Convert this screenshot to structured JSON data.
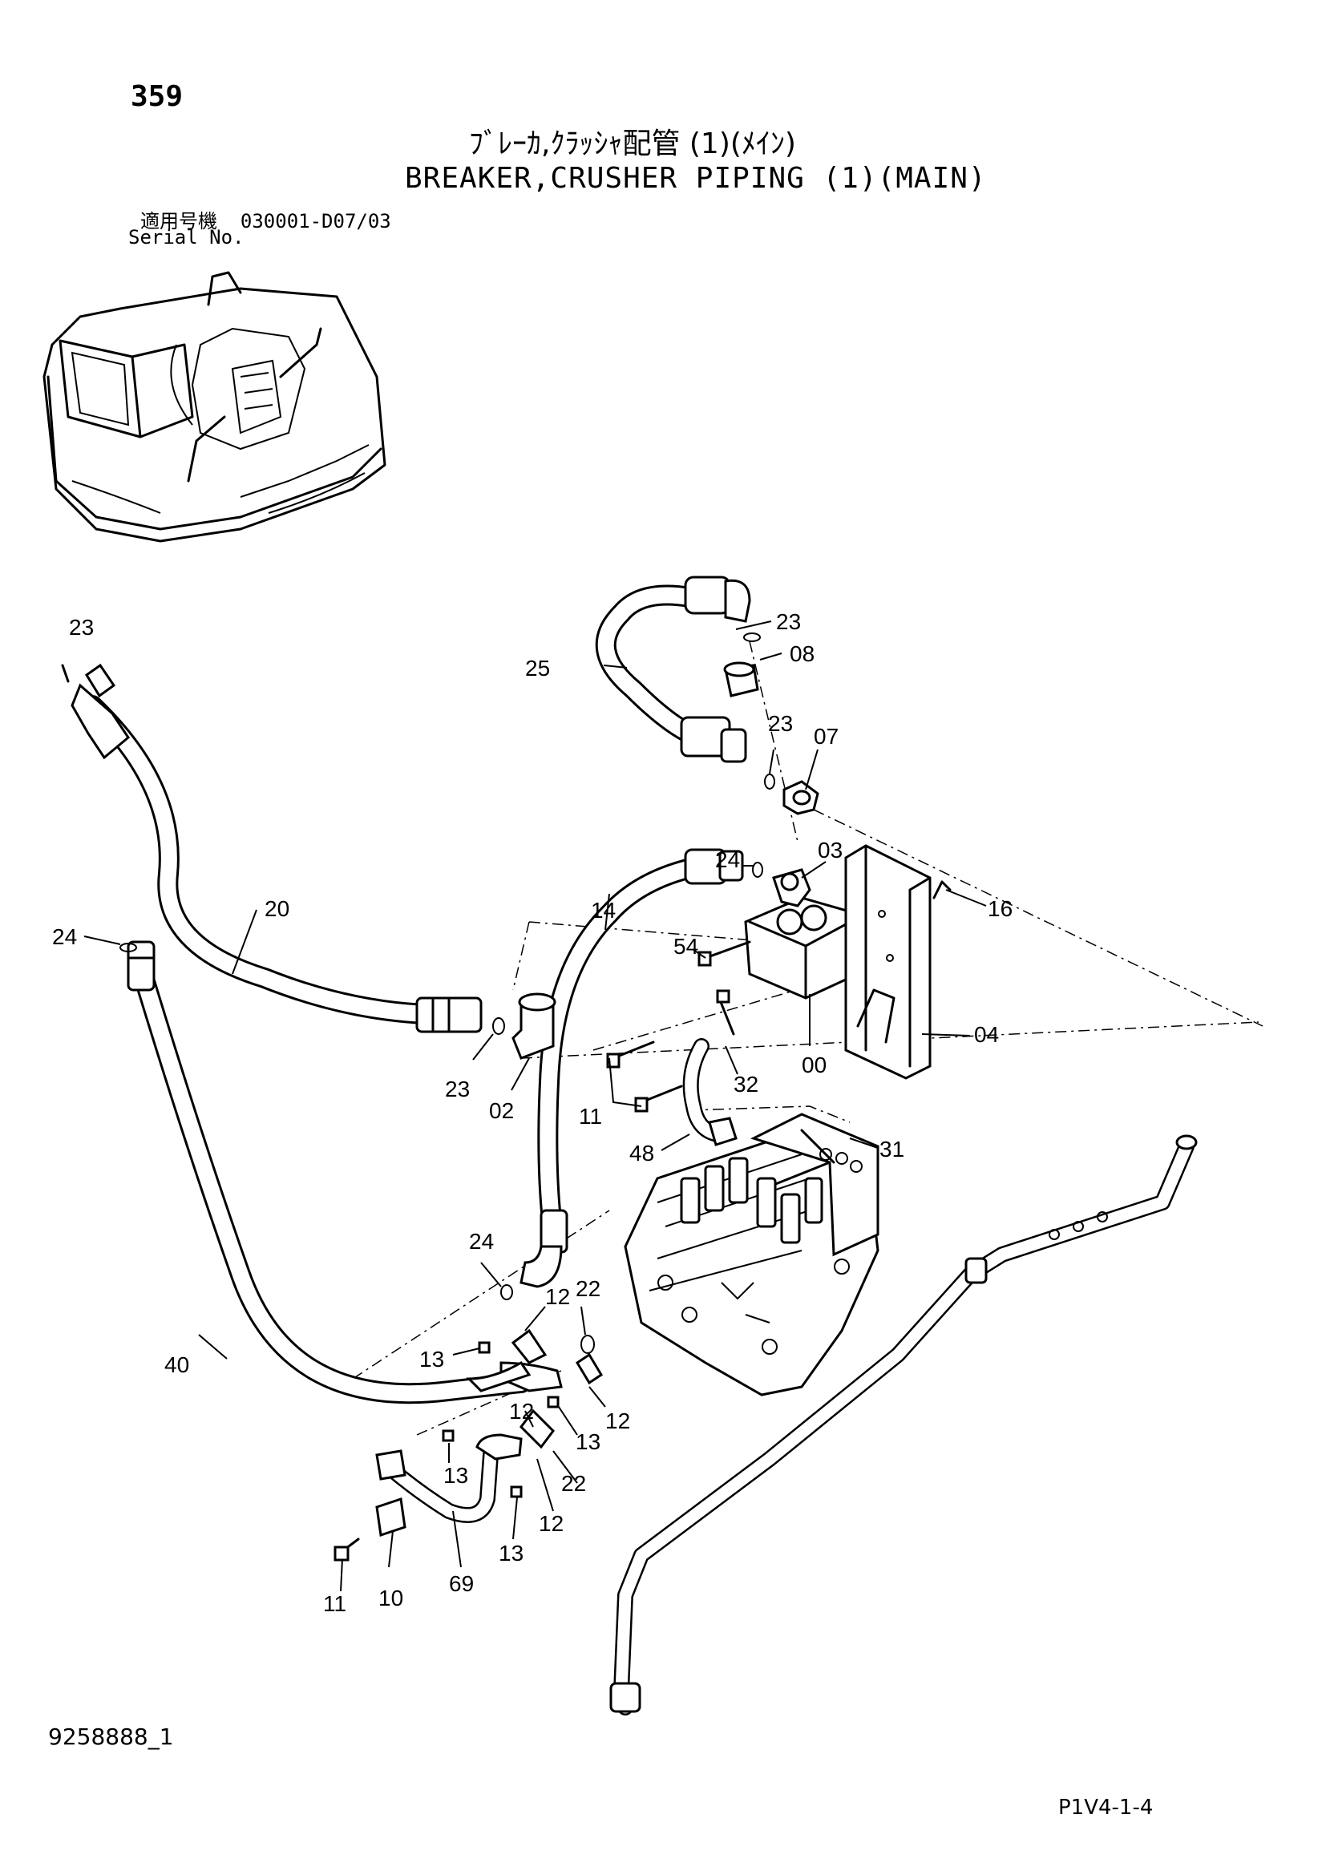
{
  "page_number": "359",
  "title_jp": "ﾌﾞﾚｰｶ,ｸﾗｯｼｬ配管 (1)(ﾒｲﾝ)",
  "title_en": "BREAKER,CRUSHER PIPING (1)(MAIN)",
  "serial_label_jp": "適用号機",
  "serial_value": "030001-D07/03",
  "serial_label_en": "Serial No.",
  "document_number": "9258888_1",
  "page_code": "P1V4-1-4",
  "callouts": [
    "23",
    "25",
    "23",
    "08",
    "23",
    "07",
    "20",
    "24",
    "03",
    "14",
    "16",
    "54",
    "24",
    "04",
    "23",
    "02",
    "00",
    "32",
    "11",
    "31",
    "48",
    "24",
    "12",
    "22",
    "13",
    "40",
    "12",
    "13",
    "12",
    "13",
    "22",
    "12",
    "13",
    "11",
    "10",
    "69"
  ]
}
